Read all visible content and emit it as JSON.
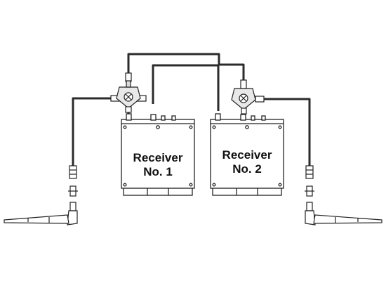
{
  "receivers": [
    {
      "line1": "Receiver",
      "line2": "No. 1"
    },
    {
      "line1": "Receiver",
      "line2": "No. 2"
    }
  ],
  "colors": {
    "cable": "#2b2b2b",
    "outline": "#222222",
    "fill": "#ffffff",
    "shade": "#d9d9d9"
  },
  "components": {
    "antennas": [
      "left-antenna",
      "right-antenna"
    ],
    "splitters": [
      "left-splitter",
      "right-splitter"
    ],
    "cables": [
      "upper-cross-cable",
      "lower-cross-cable",
      "left-antenna-cable",
      "right-antenna-cable"
    ]
  }
}
